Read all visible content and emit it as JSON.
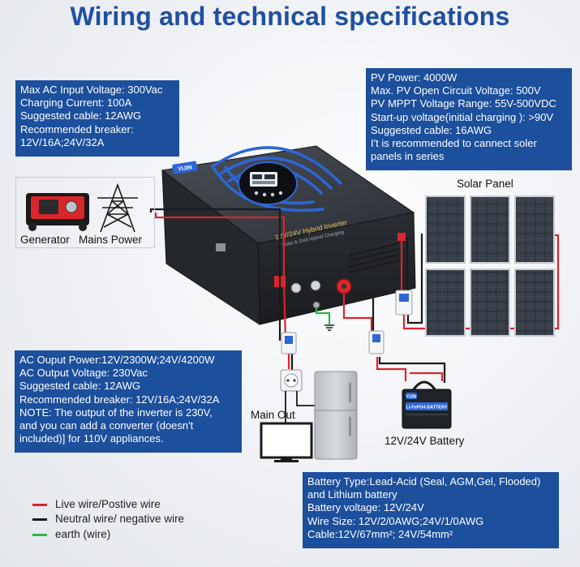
{
  "title": "Wiring and technical specifications",
  "ac_input_box": {
    "lines": [
      "Max AC Input Voltage: 300Vac",
      "Charging Current: 100A",
      "Suggested cable: 12AWG",
      "Recommended breaker:",
      "12V/16A;24V/32A"
    ]
  },
  "pv_box": {
    "lines": [
      "PV Power: 4000W",
      "Max. PV Open Circuit Voltage: 500V",
      "PV MPPT Voltage Range: 55V-500VDC",
      "Start-up voltage(initial charging ): >90V",
      "Suggested cable: 16AWG",
      "I't is recommended to cannect soler",
      "panels in series"
    ]
  },
  "ac_output_box": {
    "lines": [
      "AC Ouput Power:12V/2300W;24V/4200W",
      "AC Output Voltage: 230Vac",
      "Suggested cable: 12AWG",
      "Recommended breaker: 12V/16A;24V/32A",
      "NOTE: The output of the inverter is 230V,",
      "and you can add a converter (doesn't",
      "included)] for 110V appliances."
    ]
  },
  "battery_box": {
    "lines": [
      "Battery Type:Lead-Acid (Seal, AGM,Gel, Flooded)",
      "and Lithium battery",
      "Battery voltage: 12V/24V",
      "Wire Size: 12V/2/0AWG;24V/1/0AWG",
      "Cable:12V/67mm²; 24V/54mm²"
    ]
  },
  "labels": {
    "generator": "Generator",
    "mains_power": "Mains Power",
    "solar_panel": "Solar Panel",
    "main_out": "Main Out",
    "battery": "12V/24V Battery"
  },
  "inverter": {
    "brand": "YIJIN",
    "model_line": "12V/24V Hybrid Inverter",
    "sub_line": "Solar & Grid Hybrid Charging",
    "battery_brand": "YIJIN",
    "battery_text": "Li-FePO4 BATTERY"
  },
  "legend": [
    {
      "label": "Live wire/Postive wire",
      "color": "#d9262b"
    },
    {
      "label": "Neutral wire/ negative wire",
      "color": "#1a1a1a"
    },
    {
      "label": "earth (wire)",
      "color": "#2fb34a"
    }
  ],
  "colors": {
    "accent": "#1c4f9c",
    "title": "#1f4fa0",
    "live": "#d9262b",
    "neutral": "#1a1a1a",
    "earth": "#2fb34a"
  }
}
